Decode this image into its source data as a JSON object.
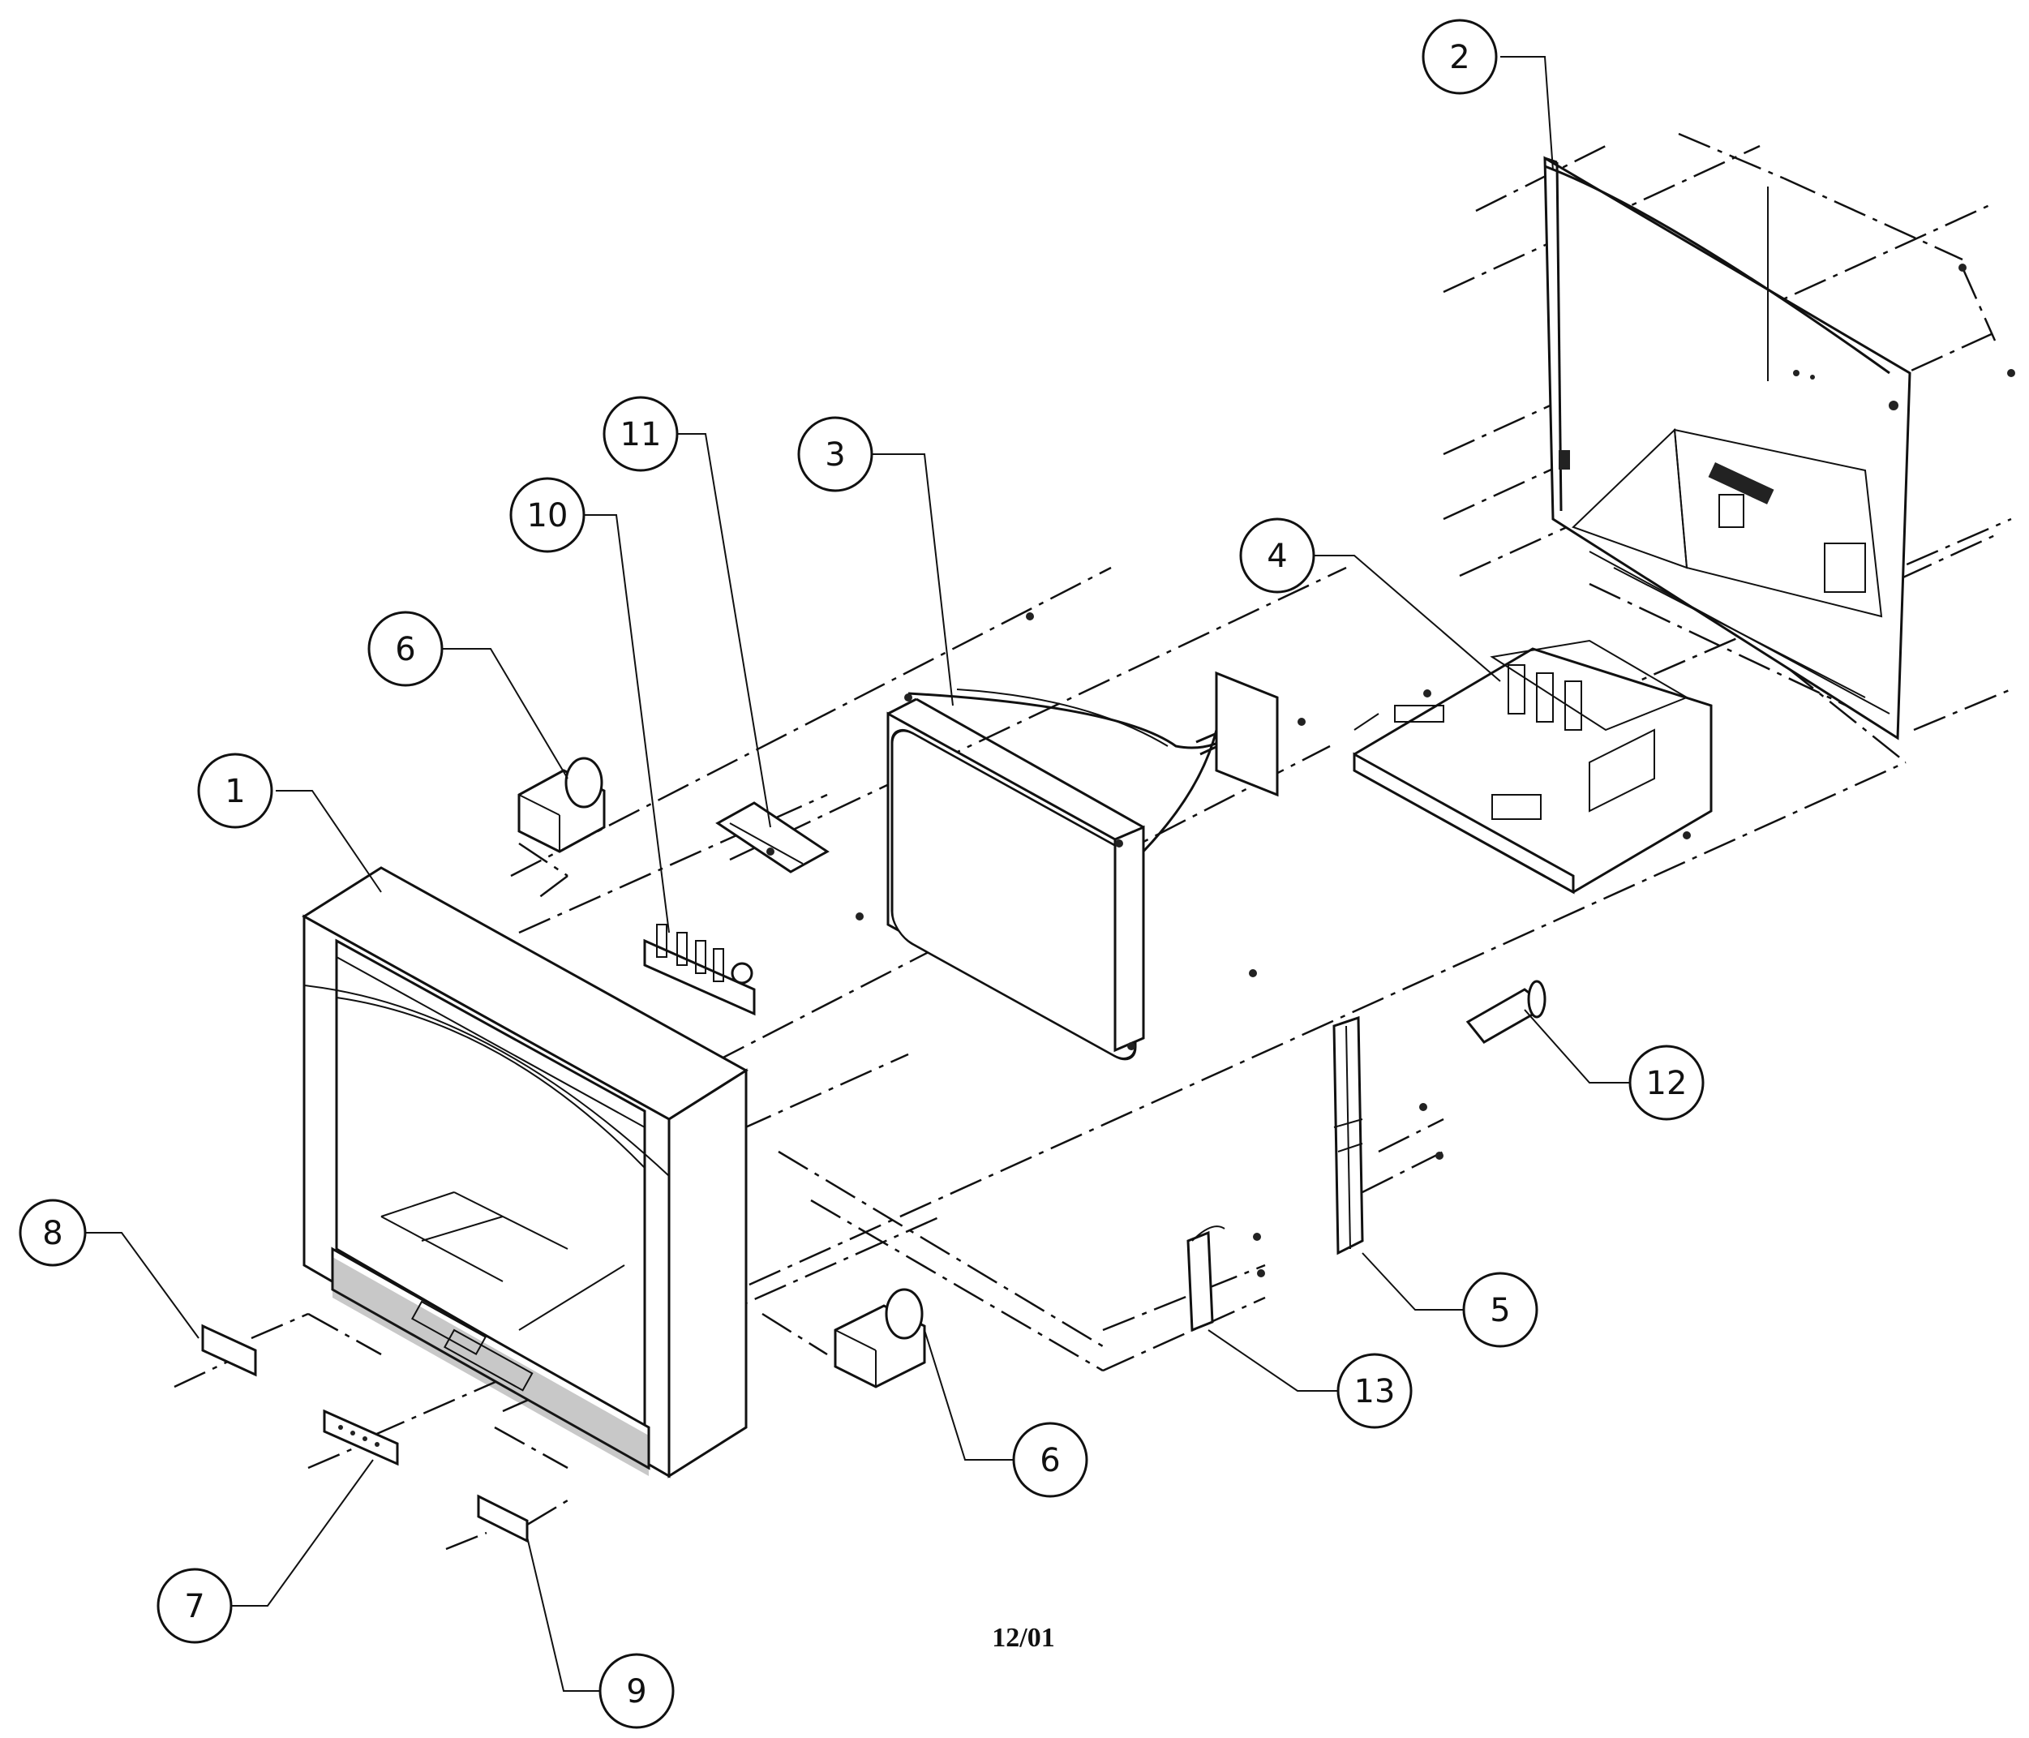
{
  "diagram": {
    "date_stamp": "12/01",
    "callouts": [
      {
        "id": "1",
        "label": "1"
      },
      {
        "id": "2",
        "label": "2"
      },
      {
        "id": "3",
        "label": "3"
      },
      {
        "id": "4",
        "label": "4"
      },
      {
        "id": "5",
        "label": "5"
      },
      {
        "id": "6a",
        "label": "6"
      },
      {
        "id": "6b",
        "label": "6"
      },
      {
        "id": "7",
        "label": "7"
      },
      {
        "id": "8",
        "label": "8"
      },
      {
        "id": "9",
        "label": "9"
      },
      {
        "id": "10",
        "label": "10"
      },
      {
        "id": "11",
        "label": "11"
      },
      {
        "id": "12",
        "label": "12"
      },
      {
        "id": "13",
        "label": "13"
      }
    ]
  }
}
